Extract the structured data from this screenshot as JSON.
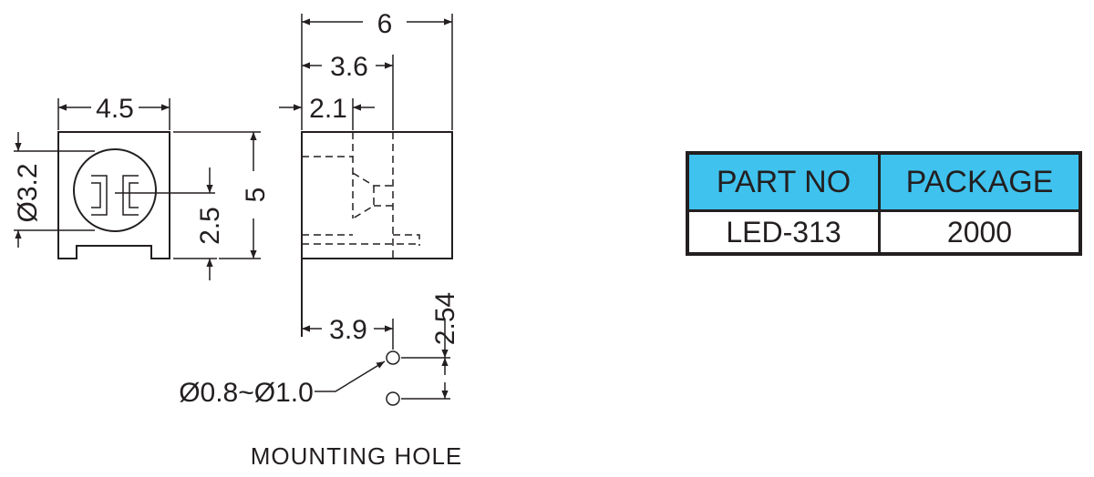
{
  "dimensions": {
    "front_width": "4.5",
    "lens_diameter": "Ø3.2",
    "lens_center_height": "2.5",
    "height": "5",
    "total_length": "6",
    "depth_a": "3.6",
    "depth_b": "2.1",
    "lead_offset": "3.9",
    "lead_pitch": "2.54",
    "hole_diameter": "Ø0.8~Ø1.0"
  },
  "labels": {
    "mounting_hole": "MOUNTING HOLE"
  },
  "table": {
    "headers": [
      "PART NO",
      "PACKAGE"
    ],
    "rows": [
      [
        "LED-313",
        "2000"
      ]
    ],
    "header_color": "#3fc3ee"
  }
}
